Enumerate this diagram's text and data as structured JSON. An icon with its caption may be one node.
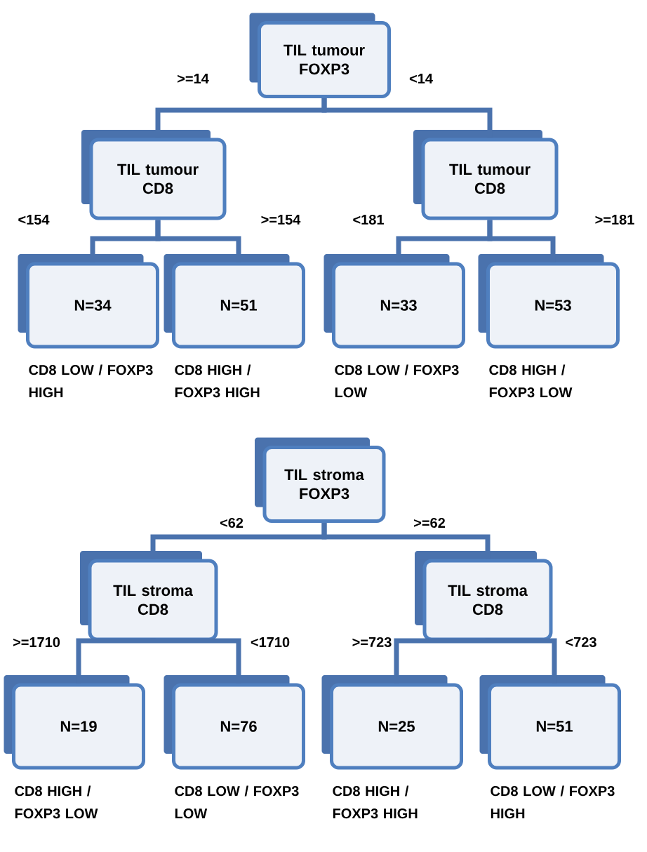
{
  "diagram": {
    "nodes": [
      {
        "text": [
          "TIL tumour FOXP3"
        ]
      },
      {
        "text": [
          "TIL tumour CD8"
        ]
      },
      {
        "text": [
          "TIL tumour CD8"
        ]
      },
      {
        "text": [
          "N=34"
        ],
        "beside": [
          "CD8 LOW / FOXP3 HIGH"
        ]
      },
      {
        "text": [
          "N=51"
        ],
        "beside": [
          "CD8 HIGH / FOXP3 HIGH"
        ]
      },
      {
        "text": [
          "N=33"
        ],
        "beside": [
          "CD8 LOW / FOXP3 LOW"
        ]
      },
      {
        "text": [
          "N=53"
        ],
        "beside": [
          "CD8 HIGH / FOXP3 LOW"
        ]
      },
      {
        "text": [
          "TIL stroma FOXP3"
        ]
      },
      {
        "text": [
          "TIL stroma CD8"
        ]
      },
      {
        "text": [
          "TIL stroma CD8"
        ]
      },
      {
        "text": [
          "N=19"
        ],
        "beside": [
          "CD8 HIGH / FOXP3 LOW"
        ]
      },
      {
        "text": [
          "N=76"
        ],
        "beside": [
          "CD8 LOW / FOXP3 LOW"
        ]
      },
      {
        "text": [
          "N=25"
        ],
        "beside": [
          "CD8 HIGH / FOXP3 HIGH"
        ]
      },
      {
        "text": [
          "N=51"
        ],
        "beside": [
          "CD8 LOW / FOXP3 HIGH"
        ]
      }
    ],
    "edges": [
      {
        "from": 0,
        "to": 1,
        "arrow": "none",
        "label": ">=14"
      },
      {
        "from": 0,
        "to": 2,
        "arrow": "none",
        "label": "<14"
      },
      {
        "from": 1,
        "to": 3,
        "arrow": "none",
        "label": "<154"
      },
      {
        "from": 1,
        "to": 4,
        "arrow": "none",
        "label": ">=154"
      },
      {
        "from": 2,
        "to": 5,
        "arrow": "none",
        "label": "<181"
      },
      {
        "from": 2,
        "to": 6,
        "arrow": "none",
        "label": ">=181"
      },
      {
        "from": 7,
        "to": 8,
        "arrow": "none",
        "label": "<62"
      },
      {
        "from": 7,
        "to": 9,
        "arrow": "none",
        "label": ">=62"
      },
      {
        "from": 8,
        "to": 10,
        "arrow": "none",
        "label": ">=1710"
      },
      {
        "from": 8,
        "to": 11,
        "arrow": "none",
        "label": "<1710"
      },
      {
        "from": 9,
        "to": 12,
        "arrow": "none",
        "label": ">=723"
      },
      {
        "from": 9,
        "to": 13,
        "arrow": "none",
        "label": "<723"
      }
    ]
  }
}
